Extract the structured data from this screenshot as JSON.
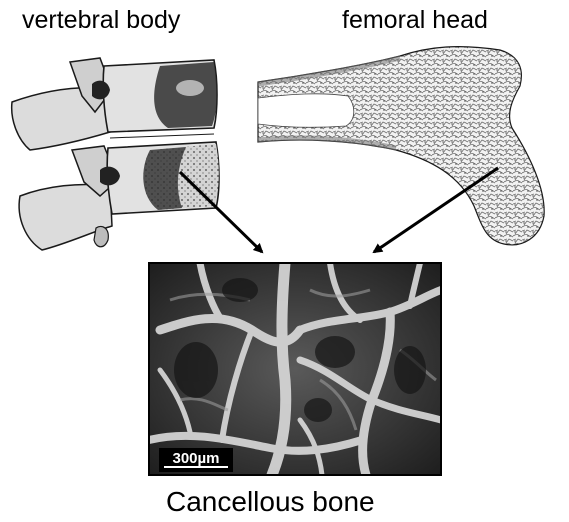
{
  "labels": {
    "vertebral_body": "vertebral body",
    "femoral_head": "femoral head",
    "cancellous_bone": "Cancellous bone"
  },
  "scale_bar": {
    "text": "300µm"
  },
  "colors": {
    "bone_fill": "#d9d9d9",
    "bone_dark": "#2a2a2a",
    "sem_background": "#3a3a3a",
    "arrow": "#000000"
  }
}
